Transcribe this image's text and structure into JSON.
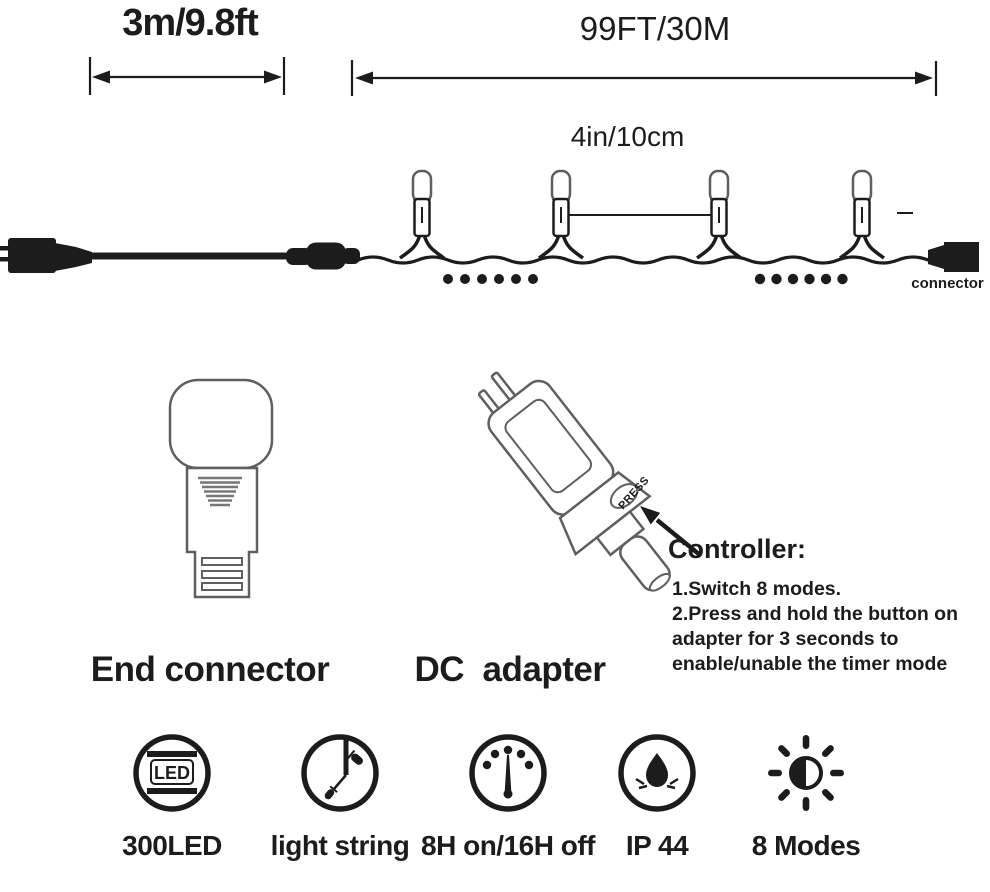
{
  "string_diagram": {
    "lead_length_label": "3m/9.8ft",
    "total_length_label": "99FT/30M",
    "bulb_spacing_label": "4in/10cm",
    "connector_label": "connector"
  },
  "end_connector": {
    "title": "End connector"
  },
  "dc_adapter": {
    "title": "DC  adapter",
    "press_button_label": "PRESS",
    "controller": {
      "heading": "Controller:",
      "lines": [
        "1.Switch 8 modes.",
        "2.Press and hold the button on",
        "adapter for 3 seconds to",
        "enable/unable the timer mode"
      ]
    }
  },
  "features": [
    {
      "icon": "led-badge-icon",
      "badge_text": "LED",
      "label": "300LED"
    },
    {
      "icon": "light-string-icon",
      "label": "light string"
    },
    {
      "icon": "timer-gauge-icon",
      "label": "8H on/16H off"
    },
    {
      "icon": "waterproof-drop-icon",
      "label": "IP 44"
    },
    {
      "icon": "eight-modes-sun-icon",
      "label": "8 Modes"
    }
  ],
  "colors": {
    "ink": "#1c1c1c",
    "outline": "#5f5f5f",
    "background": "#ffffff"
  }
}
